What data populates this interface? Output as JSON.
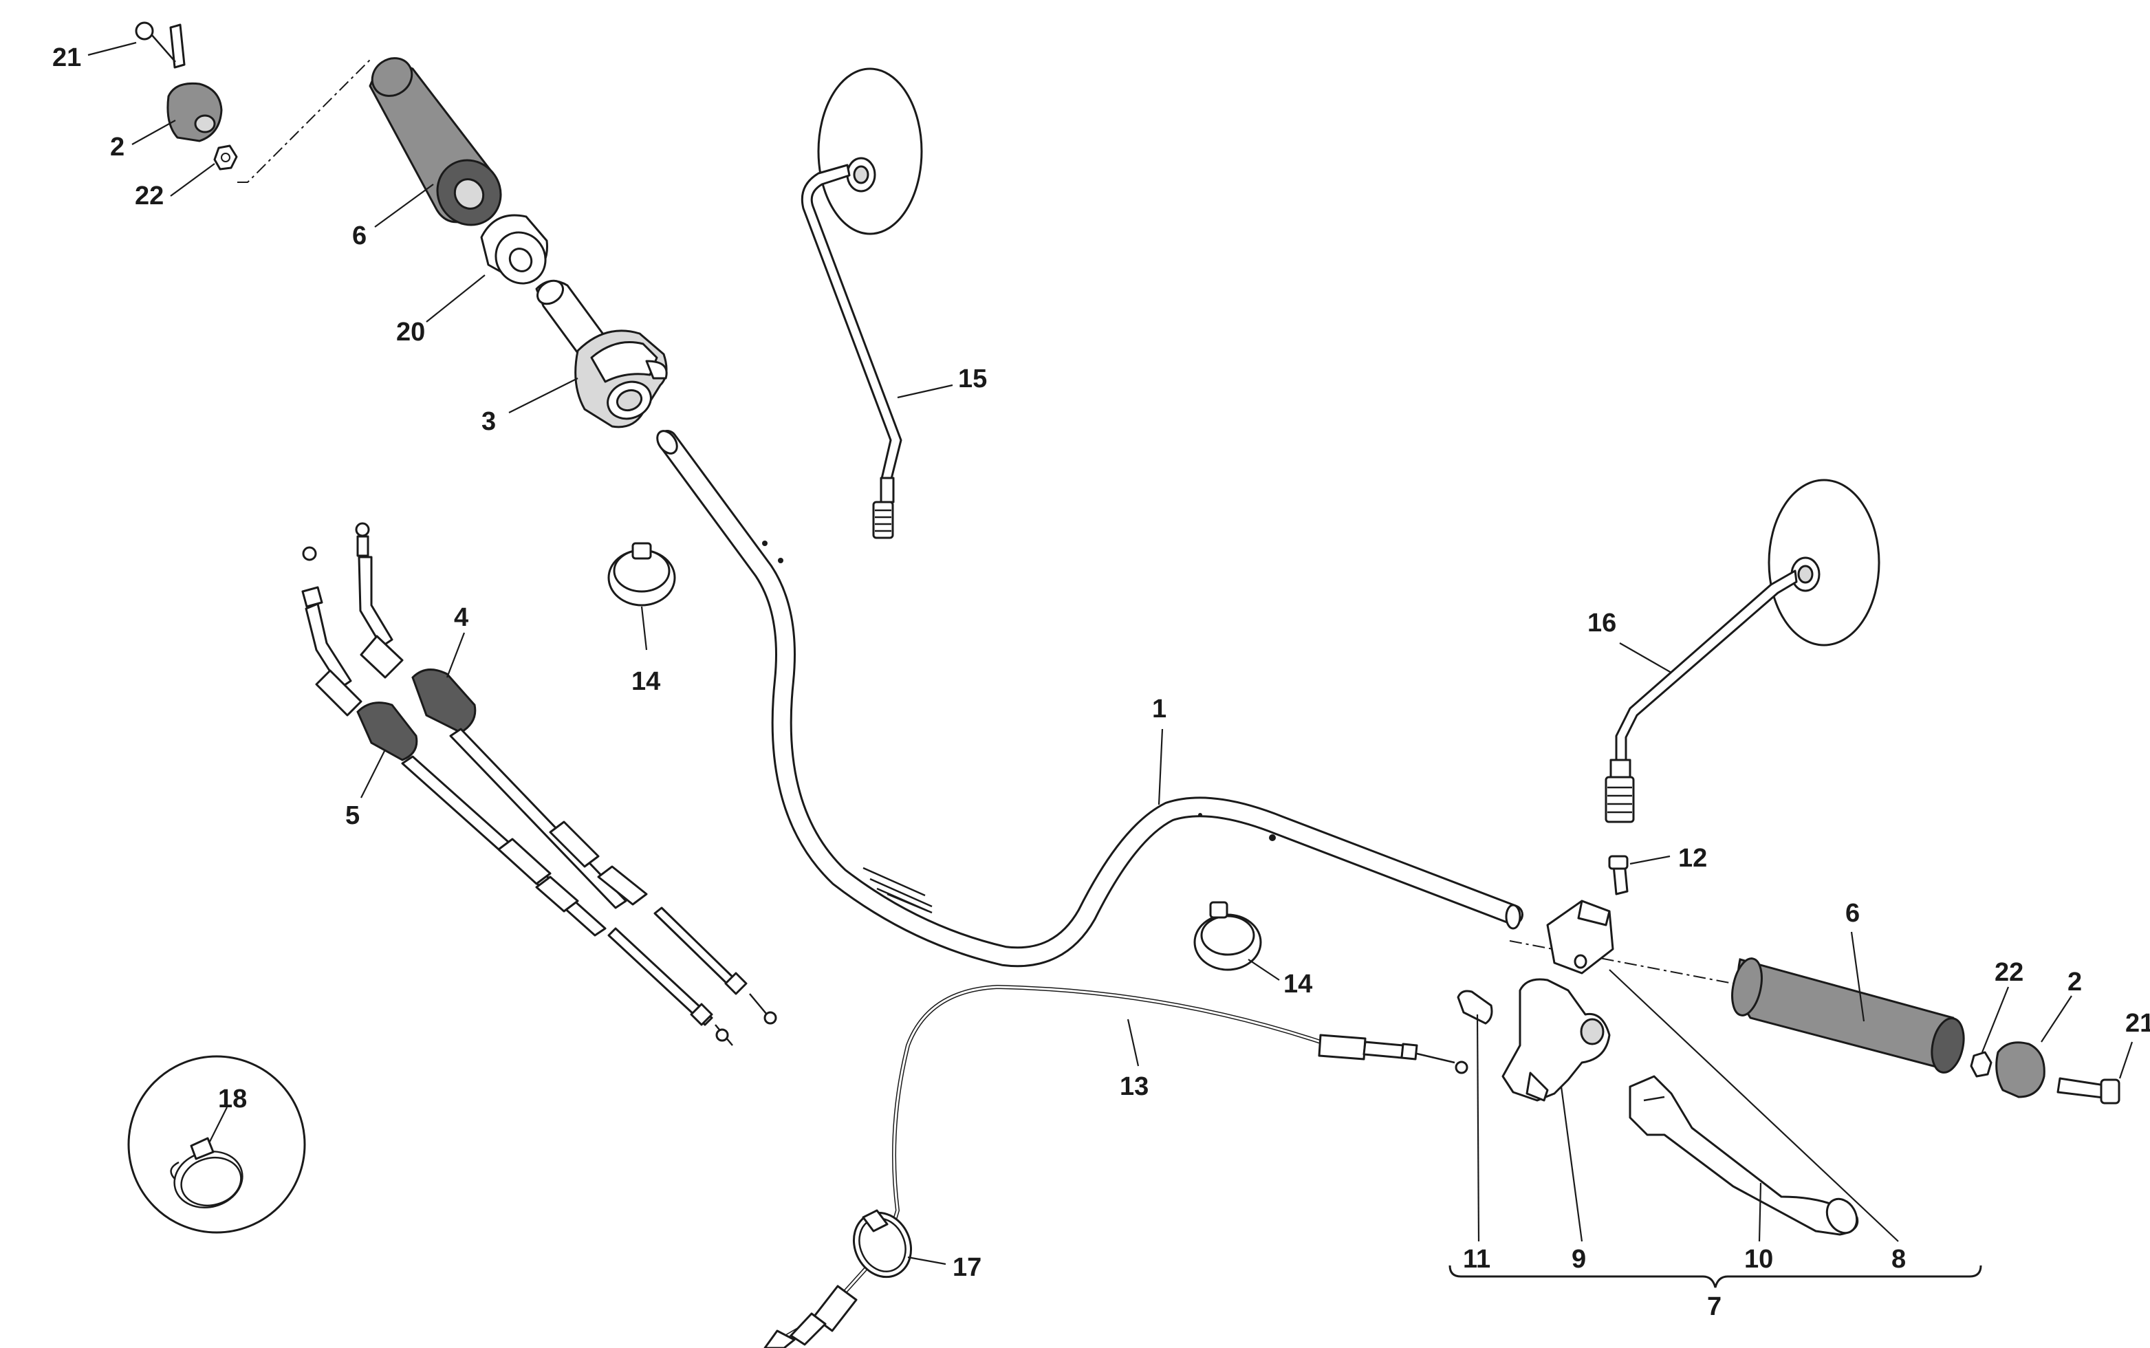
{
  "callouts": {
    "c1": "1",
    "c2a": "2",
    "c2b": "2",
    "c3": "3",
    "c4": "4",
    "c5": "5",
    "c6a": "6",
    "c6b": "6",
    "c7": "7",
    "c8": "8",
    "c9": "9",
    "c10": "10",
    "c11": "11",
    "c12": "12",
    "c13": "13",
    "c14a": "14",
    "c14b": "14",
    "c15": "15",
    "c16": "16",
    "c17": "17",
    "c18": "18",
    "c20": "20",
    "c21a": "21",
    "c21b": "21",
    "c22a": "22",
    "c22b": "22"
  }
}
